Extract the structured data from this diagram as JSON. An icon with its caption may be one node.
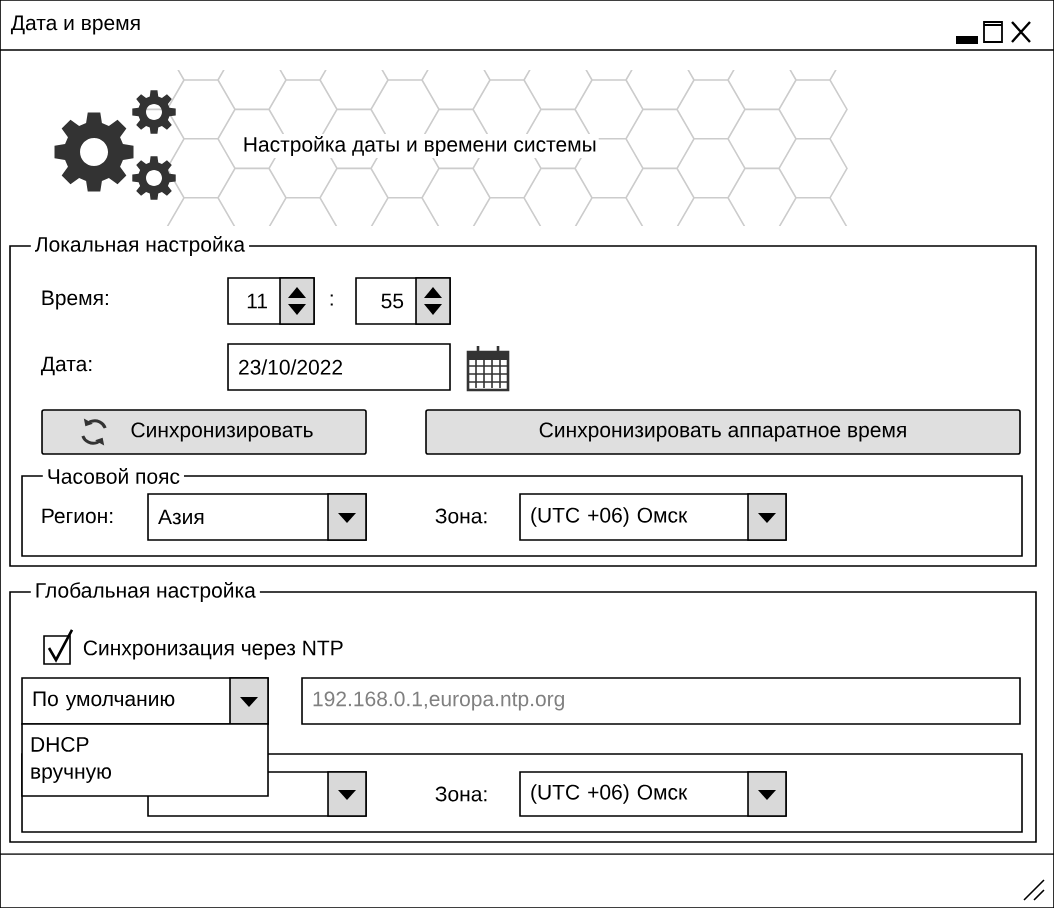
{
  "diagram": {
    "nodes": [
      {
        "text": [
          "Дата и время"
        ]
      },
      {
        "text": [
          "Локальная настройка"
        ],
        "in": 0
      },
      {
        "text": [
          "11"
        ],
        "in": 1
      },
      {
        "text": [
          "55"
        ],
        "in": 1
      },
      {
        "text": [
          "23/10/2022"
        ],
        "in": 1
      },
      {
        "text": [
          "Синхронизировать"
        ],
        "in": 1
      },
      {
        "text": [
          "Синхронизировать аппаратное время"
        ],
        "in": 1
      },
      {
        "text": [
          "Часовой пояс"
        ],
        "in": 1
      },
      {
        "text": [
          "Азия"
        ],
        "in": 7
      },
      {
        "text": [
          "(UTC +06) Омск"
        ],
        "in": 7
      },
      {
        "text": [
          "Глобальная настройка"
        ],
        "in": 0
      },
      {
        "text": [
          "По умолчанию"
        ],
        "in": 10
      },
      {
        "text": [
          "192.168.0.1,europa.ntp.org"
        ],
        "in": 10
      },
      {
        "text": [],
        "shape": "box",
        "in": 10
      },
      {
        "text": [],
        "shape": "box",
        "in": 13
      },
      {
        "text": [
          "(UTC +06) Омск"
        ],
        "in": 13
      },
      {
        "text": [
          "DHCP",
          "вручную"
        ],
        "in": 10
      }
    ],
    "labels": [
      "Настройка даты и времени системы",
      "Время:",
      ":",
      "Дата:",
      "Регион:",
      "Зона:",
      "Синхронизация через NTP",
      "Зона:"
    ]
  }
}
